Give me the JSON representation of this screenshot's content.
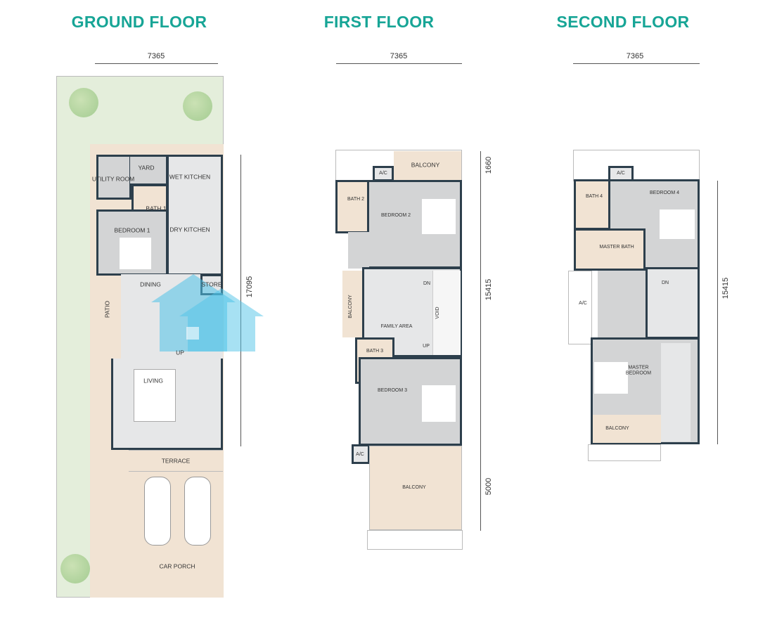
{
  "floors": [
    {
      "title": "GROUND FLOOR",
      "width_dim": "7365",
      "depth_dim": "17095",
      "rooms": {
        "utility": "UTILITY ROOM",
        "yard": "YARD",
        "bath1": "BATH 1",
        "wet_kitchen": "WET KITCHEN",
        "dry_kitchen": "DRY KITCHEN",
        "bedroom1": "BEDROOM 1",
        "dining": "DINING",
        "store": "STORE",
        "patio": "PATIO",
        "up": "UP",
        "living": "LIVING",
        "terrace": "TERRACE",
        "car_porch": "CAR PORCH"
      }
    },
    {
      "title": "FIRST FLOOR",
      "width_dim": "7365",
      "depth_dims": [
        "1660",
        "15415",
        "5000"
      ],
      "rooms": {
        "balcony_top": "BALCONY",
        "ac1": "A/C",
        "bath2": "BATH 2",
        "bedroom2": "BEDROOM 2",
        "balcony_left": "BALCONY",
        "family": "FAMILY AREA",
        "dn": "DN",
        "void": "VOID",
        "up": "UP",
        "bath3": "BATH 3",
        "bedroom3": "BEDROOM 3",
        "ac2": "A/C",
        "balcony_bottom": "BALCONY"
      }
    },
    {
      "title": "SECOND FLOOR",
      "width_dim": "7365",
      "depth_dim": "15415",
      "rooms": {
        "ac1": "A/C",
        "bath4": "BATH 4",
        "bedroom4": "BEDROOM 4",
        "master_bath": "MASTER BATH",
        "ac2": "A/C",
        "dn": "DN",
        "master_bedroom": "MASTER BEDROOM",
        "balcony": "BALCONY"
      }
    }
  ]
}
